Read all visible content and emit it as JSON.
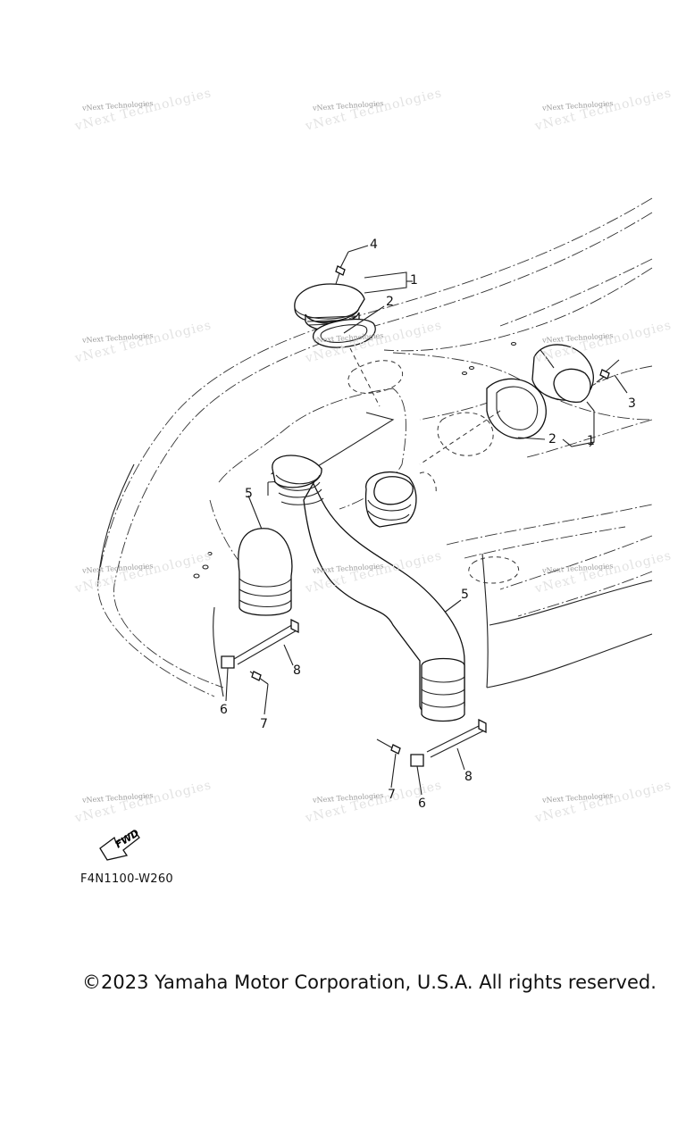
{
  "watermark": {
    "text": "vNext Technologies",
    "ghost_text": "vNext Technologies"
  },
  "callouts": [
    "1",
    "2",
    "3",
    "4",
    "5",
    "6",
    "7",
    "8"
  ],
  "fwd_label": "FWD",
  "diagram_code": "F4N1100-W260",
  "copyright": "©2023 Yamaha Motor Corporation, U.S.A. All rights reserved.",
  "colors": {
    "line": "#222222",
    "watermark": "#9a9a9a",
    "background": "#ffffff"
  }
}
